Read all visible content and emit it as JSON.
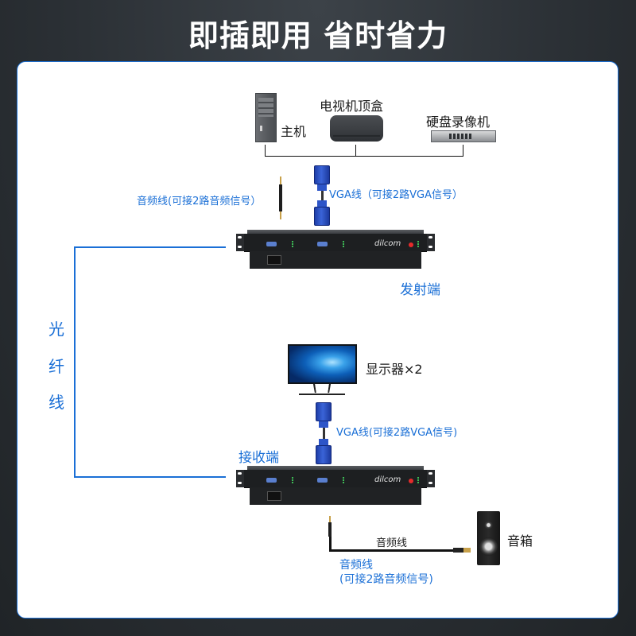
{
  "title": "即插即用 省时省力",
  "colors": {
    "accent": "#1a6fd6",
    "background": "#2b3035",
    "panel": "#ffffff"
  },
  "sources": {
    "host": {
      "label": "主机",
      "icon": "pc-tower-icon"
    },
    "tv_box": {
      "label": "电视机顶盒",
      "icon": "tv-box-icon"
    },
    "dvr": {
      "label": "硬盘录像机",
      "icon": "dvr-icon"
    }
  },
  "transmitter_side": {
    "audio_cable_label": "音频线(可接2路音频信号）",
    "vga_cable_label": "VGA线（可接2路VGA信号）",
    "device_label": "发射端",
    "device_brand": "dilcom"
  },
  "fiber": {
    "label_chars": [
      "光",
      "纤",
      "线"
    ]
  },
  "receiver_side": {
    "monitor_label": "显示器×2",
    "vga_cable_label": "VGA线(可接2路VGA信号)",
    "device_label": "接收端",
    "device_brand": "dilcom",
    "audio_cable_inline_label": "音频线",
    "audio_cable_label_line1": "音频线",
    "audio_cable_label_line2": "(可接2路音频信号)",
    "speaker_label": "音箱"
  }
}
